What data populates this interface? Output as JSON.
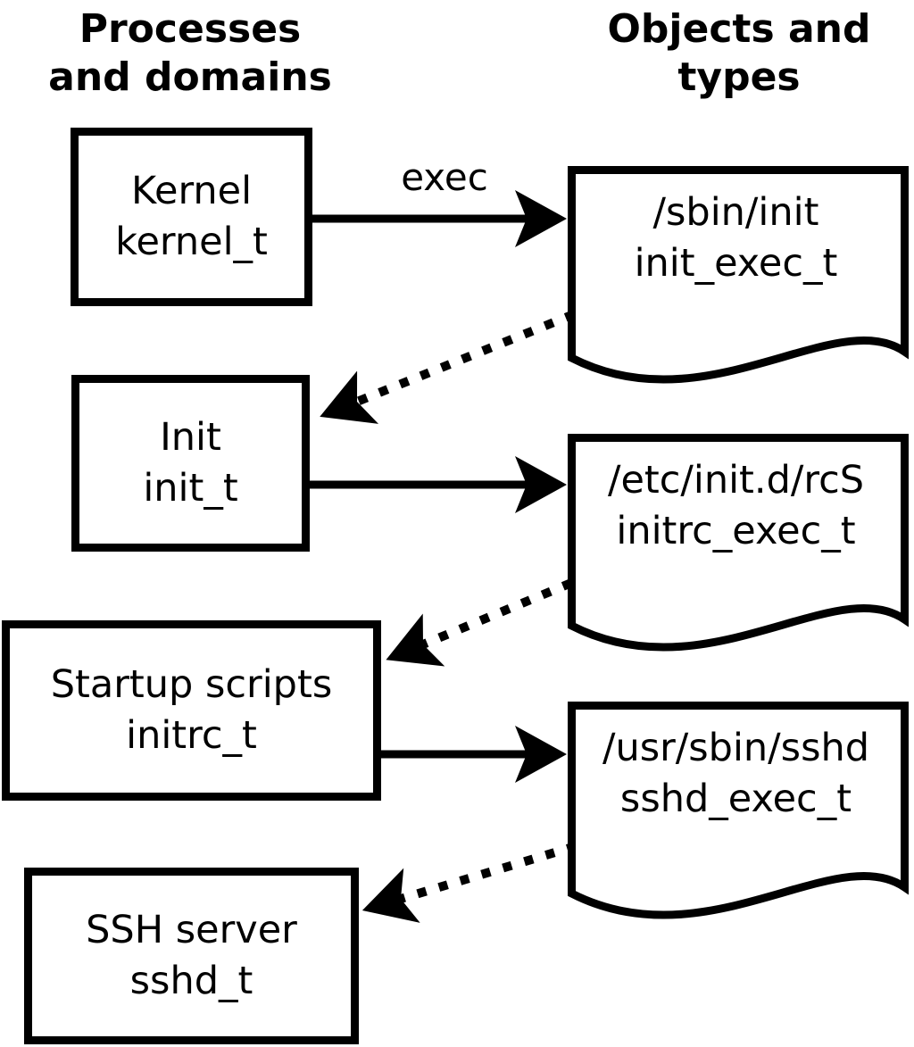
{
  "page": {
    "background": "#ffffff",
    "ink": "#000000"
  },
  "headers": {
    "left": {
      "line1": "Processes",
      "line2": "and domains"
    },
    "right": {
      "line1": "Objects and",
      "line2": "types"
    }
  },
  "arrow_label": "exec",
  "processes": [
    {
      "id": "kernel",
      "name": "Kernel",
      "type": "kernel_t"
    },
    {
      "id": "init",
      "name": "Init",
      "type": "init_t"
    },
    {
      "id": "initrc",
      "name": "Startup scripts",
      "type": "initrc_t"
    },
    {
      "id": "sshd",
      "name": "SSH server",
      "type": "sshd_t"
    }
  ],
  "objects": [
    {
      "id": "init-exec",
      "path": "/sbin/init",
      "type": "init_exec_t"
    },
    {
      "id": "initrc-exec",
      "path": "/etc/init.d/rcS",
      "type": "initrc_exec_t"
    },
    {
      "id": "sshd-exec",
      "path": "/usr/sbin/sshd",
      "type": "sshd_exec_t"
    }
  ]
}
